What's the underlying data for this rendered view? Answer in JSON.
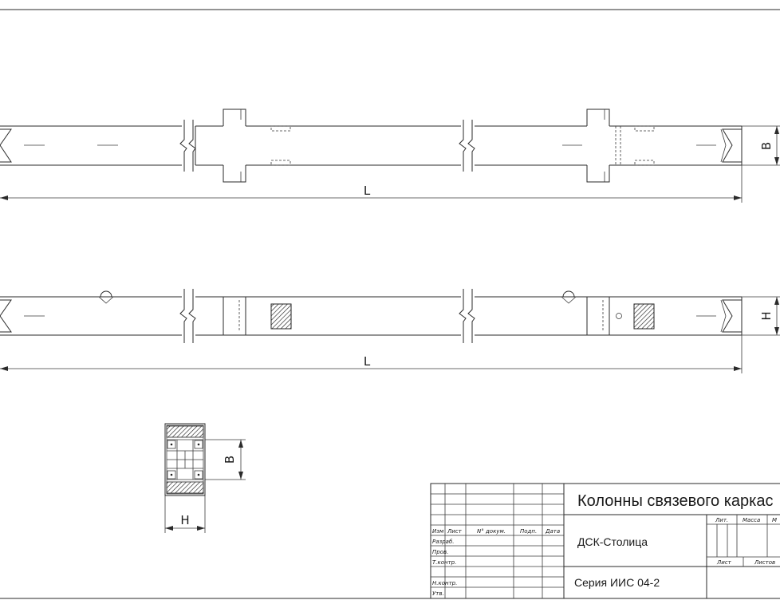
{
  "dimensions": {
    "length": "L",
    "width": "B",
    "height": "H"
  },
  "title_block": {
    "title": "Колонны связевого каркас",
    "organization": "ДСК-Столица",
    "series": "Серия ИИС 04-2",
    "header_labels": {
      "change": "Изм",
      "sheet": "Лист",
      "doc_number": "N° докум.",
      "signature": "Подп.",
      "date": "Дата"
    },
    "roles": [
      "Разраб.",
      "Пров.",
      "Т.контр.",
      "",
      "Н.контр.",
      "Утв."
    ],
    "info_labels": {
      "lit": "Лит.",
      "mass": "Масса",
      "scale": "М",
      "sheet": "Лист",
      "sheets": "Листов"
    }
  }
}
